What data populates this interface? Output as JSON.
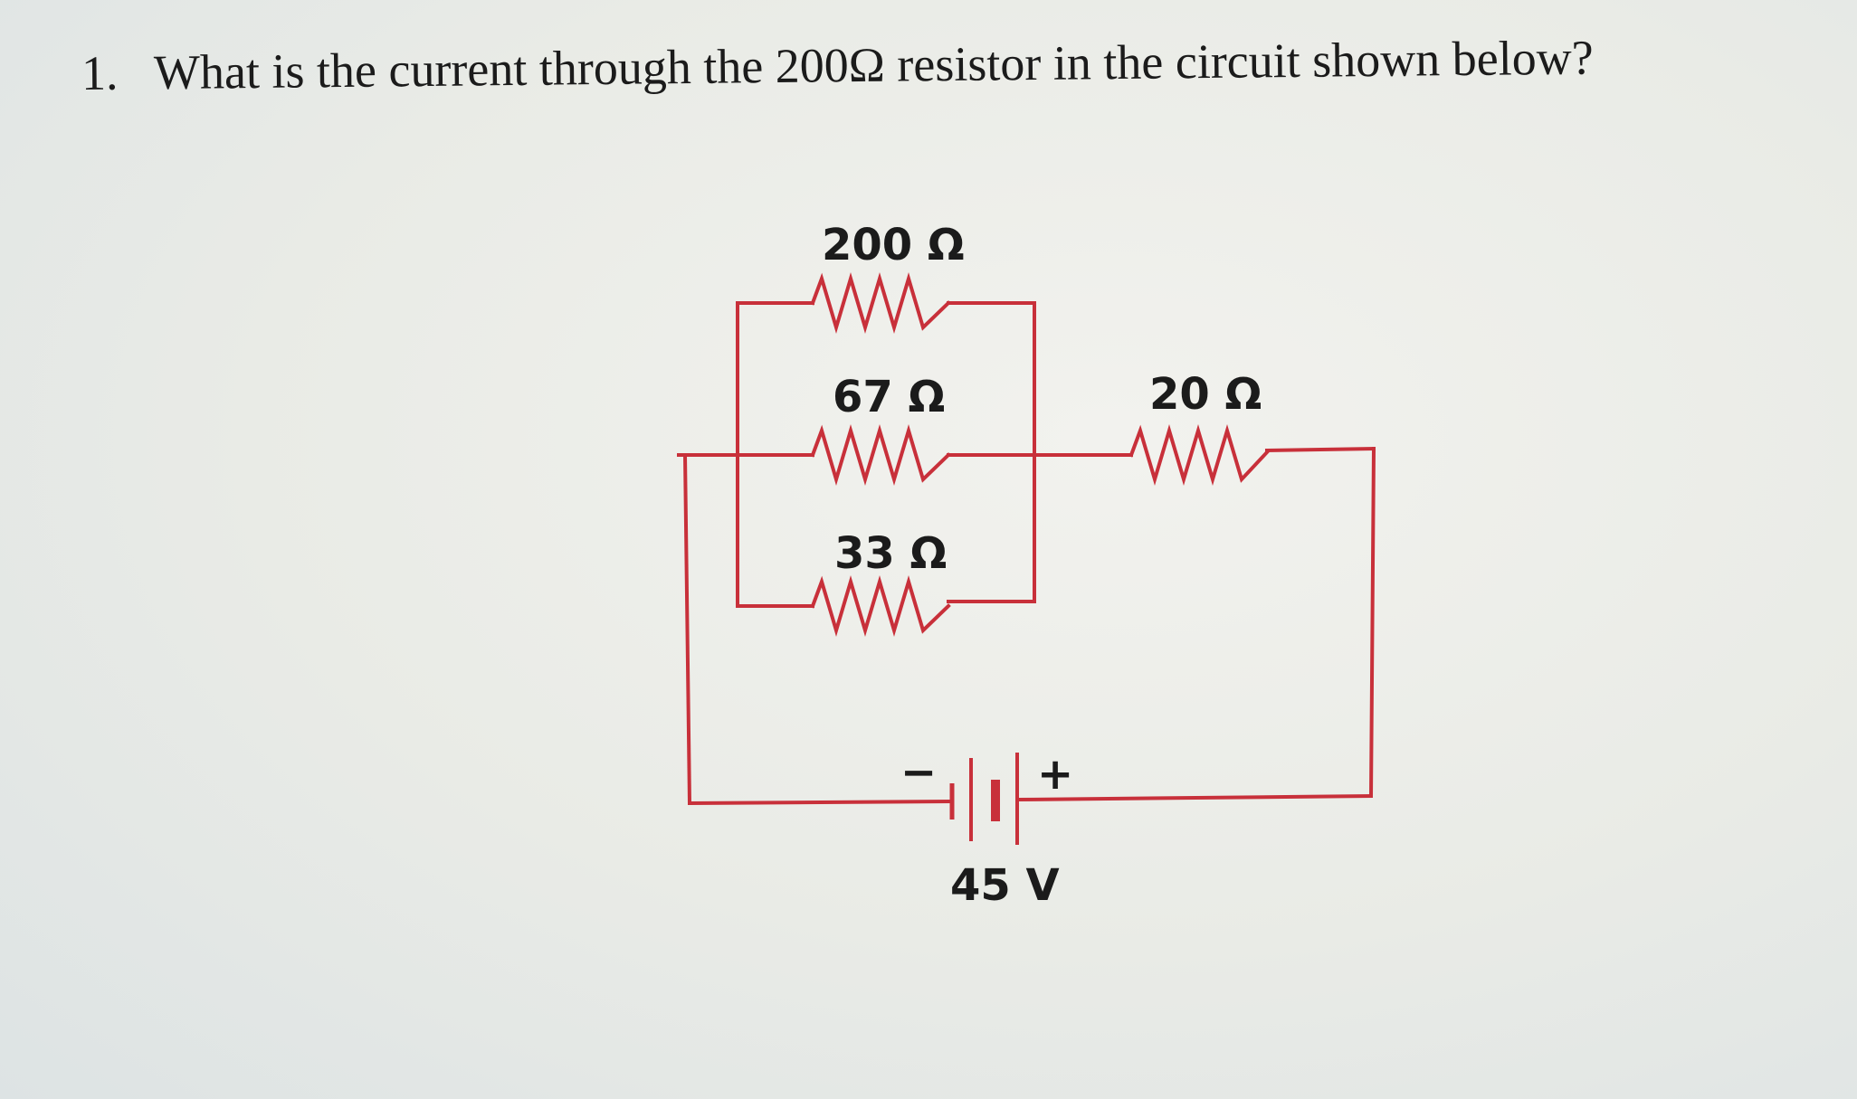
{
  "question": {
    "number": "1.",
    "text": "What is the current through the 200Ω resistor in the circuit shown below?"
  },
  "circuit": {
    "resistors": [
      {
        "label": "200 Ω"
      },
      {
        "label": "67 Ω"
      },
      {
        "label": "33 Ω"
      },
      {
        "label": "20 Ω"
      }
    ],
    "battery": {
      "minus_sign": "−",
      "plus_sign": "+",
      "voltage_label": "45 V"
    },
    "wire_color": "#c8303a"
  }
}
